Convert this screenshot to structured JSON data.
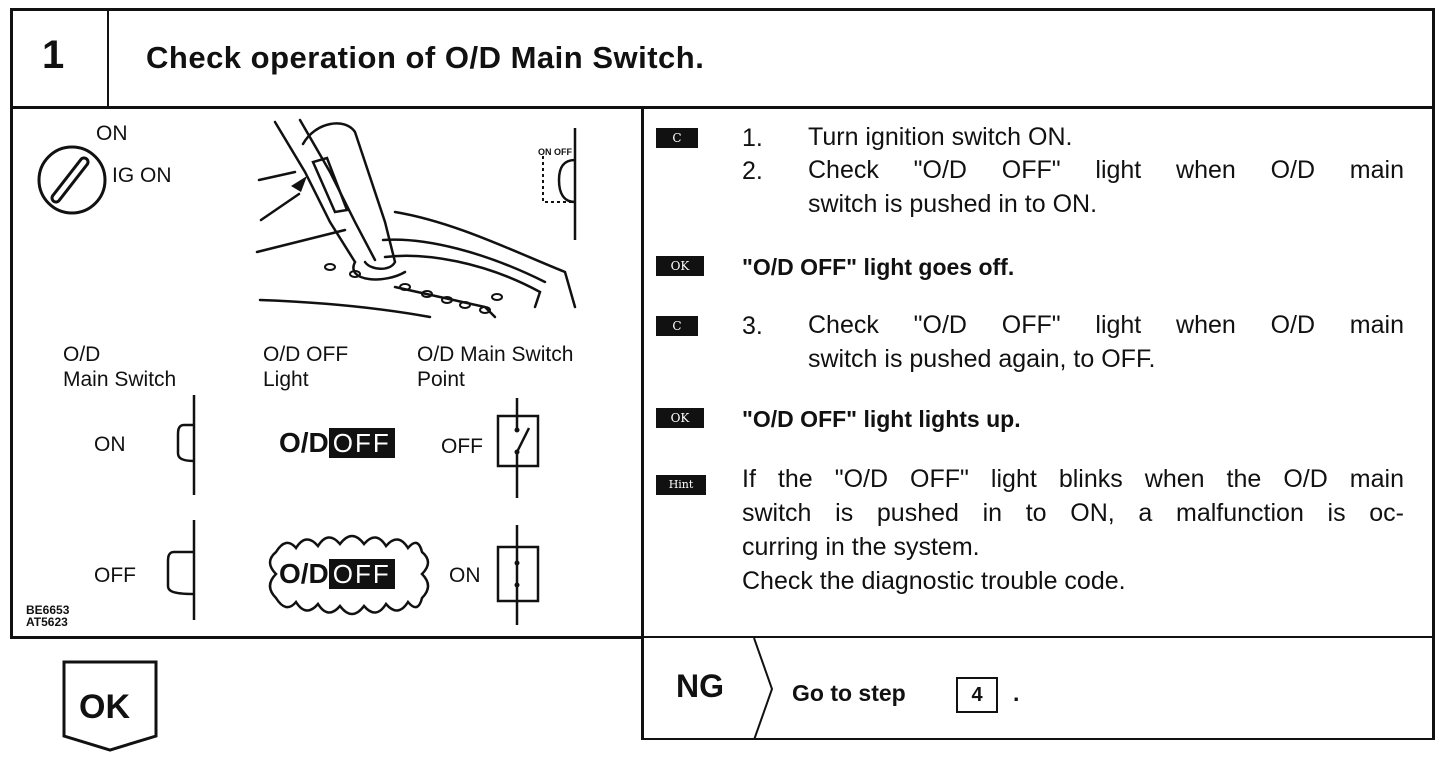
{
  "header": {
    "step_number": "1",
    "title": "Check operation of O/D Main Switch."
  },
  "figure": {
    "ignition": {
      "on": "ON",
      "ig_on": "IG ON"
    },
    "lever_small_label": "ON OFF",
    "col_headers": {
      "main_switch": [
        "O/D",
        "Main Switch"
      ],
      "light": [
        "O/D OFF",
        "Light"
      ],
      "point": [
        "O/D Main Switch",
        "Point"
      ]
    },
    "rows": [
      {
        "state": "ON",
        "indicator_od": "O/D",
        "indicator_off": "OFF",
        "point_state": "OFF"
      },
      {
        "state": "OFF",
        "indicator_od": "O/D",
        "indicator_off": "OFF",
        "point_state": "ON"
      }
    ],
    "codes": [
      "BE6653",
      "AT5623"
    ]
  },
  "instructions": {
    "badges": {
      "check": "C",
      "ok": "OK",
      "hint": "Hint"
    },
    "step1_num": "1.",
    "step1_text": "Turn ignition switch ON.",
    "step2_num": "2.",
    "step2_line1": "Check \"O/D OFF\" light when O/D main",
    "step2_line2": "switch is pushed in to ON.",
    "ok1": "\"O/D OFF\" light goes off.",
    "step3_num": "3.",
    "step3_line1": "Check \"O/D OFF\" light when O/D main",
    "step3_line2": "switch is pushed again, to OFF.",
    "ok2": "\"O/D OFF\" light lights up.",
    "hint_lines": [
      "If the \"O/D OFF\" light blinks when the O/D main",
      "switch is pushed in to ON, a malfunction is oc-",
      "curring in the system.",
      "Check the diagnostic trouble code."
    ]
  },
  "results": {
    "ok_label": "OK",
    "ng_label": "NG",
    "ng_action": "Go to step",
    "ng_step": "4",
    "ng_end": "."
  }
}
